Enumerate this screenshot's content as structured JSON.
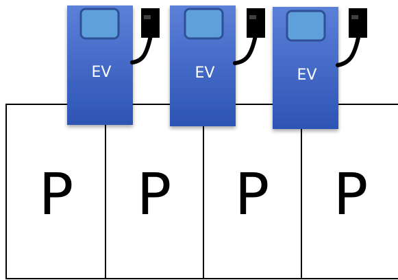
{
  "parking_spots": [
    {
      "label": "P"
    },
    {
      "label": "P"
    },
    {
      "label": "P"
    },
    {
      "label": "P"
    }
  ],
  "chargers": [
    {
      "label": "EV"
    },
    {
      "label": "EV"
    },
    {
      "label": "EV"
    }
  ],
  "colors": {
    "charger_top": "#5b80d8",
    "charger_bottom": "#2e55b5",
    "screen_fill": "#5fa0dc",
    "screen_border": "#2f4f96",
    "plug": "#000000",
    "lot_lines": "#000000"
  }
}
